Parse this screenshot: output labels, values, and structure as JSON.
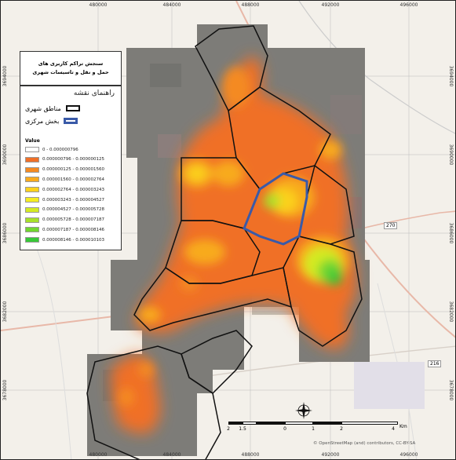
{
  "title": {
    "line1": "سنجش تراکم کاربری های",
    "line2": "حمل و نقل و تاسیسات شهری"
  },
  "legend": {
    "heading": "راهنمای نقشه",
    "urban_zones": "مناطق شهری",
    "central_district": "بخش مرکزی",
    "value_label": "Value",
    "classes": [
      {
        "label": "0 - 0.000000796",
        "color": "#ffffff"
      },
      {
        "label": "0.000000796 - 0.000000125",
        "color": "#f07028"
      },
      {
        "label": "0.000000125 - 0.000001560",
        "color": "#f48a22"
      },
      {
        "label": "0.000001560 - 0.000002764",
        "color": "#f8aa1e"
      },
      {
        "label": "0.000002764 - 0.000003243",
        "color": "#fbd11e"
      },
      {
        "label": "0.000003243 - 0.000004527",
        "color": "#f4ec22"
      },
      {
        "label": "0.000004527 - 0.000005728",
        "color": "#d4ea24"
      },
      {
        "label": "0.000005728 - 0.000007187",
        "color": "#a8e02a"
      },
      {
        "label": "0.000007187 - 0.000008146",
        "color": "#72d630"
      },
      {
        "label": "0.000008146 - 0.000010103",
        "color": "#38c838"
      }
    ]
  },
  "ticks": {
    "top": [
      "480000",
      "484000",
      "488000",
      "492000",
      "496000"
    ],
    "bottom": [
      "480000",
      "484000",
      "488000",
      "492000",
      "496000"
    ],
    "left": [
      "3694000",
      "3690000",
      "3686000",
      "3682000",
      "3678000"
    ],
    "right": [
      "3694000",
      "3690000",
      "3686000",
      "3682000",
      "3678000"
    ]
  },
  "scalebar": {
    "labels": [
      "2",
      "1.5",
      "0",
      "1",
      "2",
      "4"
    ],
    "unit": "Km"
  },
  "attribution": "© OpenStreetMap (and) contributors, CC-BY-SA",
  "road_labels": [
    "270",
    "216"
  ]
}
